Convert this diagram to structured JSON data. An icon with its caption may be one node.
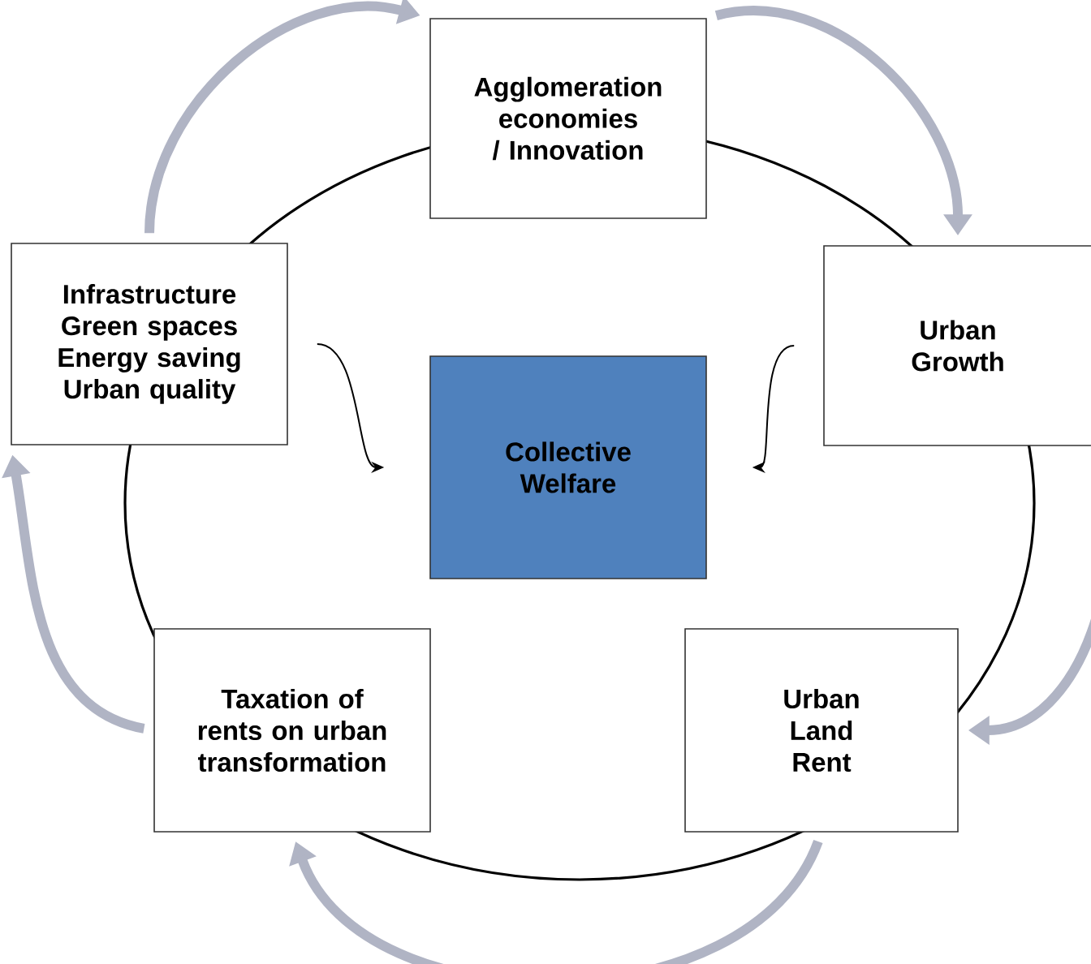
{
  "diagram": {
    "nodes": [
      {
        "text": [
          "Agglomeration economies / Innovation"
        ]
      },
      {
        "text": [
          "Urban Growth"
        ]
      },
      {
        "text": [
          "Infrastructure Green spaces Energy saving Urban quality"
        ]
      },
      {
        "text": [
          "Collective Welfare"
        ]
      },
      {
        "text": [
          "Taxation of rents on urban transformation"
        ]
      },
      {
        "text": [
          "Urban Land Rent"
        ]
      }
    ],
    "edges": [
      {
        "from": 2,
        "to": 3,
        "arrow": "to",
        "color": "#000000"
      },
      {
        "from": 1,
        "to": 3,
        "arrow": "to",
        "color": "#000000"
      },
      {
        "from": 0,
        "to": 1,
        "arrow": "to"
      },
      {
        "from": 1,
        "to": 5,
        "arrow": "to"
      },
      {
        "from": 5,
        "to": 4,
        "arrow": "to"
      },
      {
        "from": 4,
        "to": 2,
        "arrow": "to"
      },
      {
        "from": 2,
        "to": 0,
        "arrow": "to"
      }
    ]
  }
}
